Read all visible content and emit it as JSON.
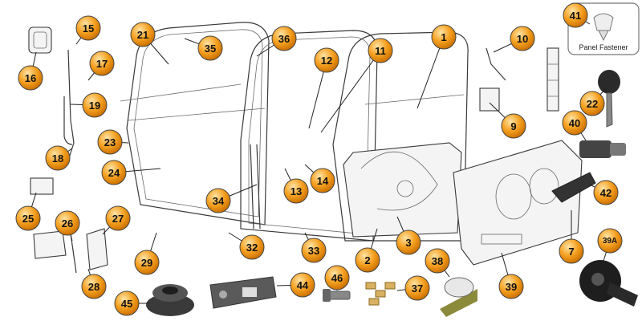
{
  "diagram": {
    "accent_color": "#f5a020",
    "callouts": [
      "1",
      "2",
      "3",
      "7",
      "9",
      "10",
      "11",
      "12",
      "13",
      "14",
      "15",
      "16",
      "17",
      "18",
      "19",
      "21",
      "22",
      "23",
      "24",
      "25",
      "26",
      "27",
      "28",
      "29",
      "32",
      "33",
      "34",
      "35",
      "36",
      "37",
      "38",
      "39",
      "39A",
      "40",
      "41",
      "42",
      "44",
      "45",
      "46"
    ],
    "inset": {
      "label": "Panel Fastener",
      "callout": "41"
    }
  }
}
